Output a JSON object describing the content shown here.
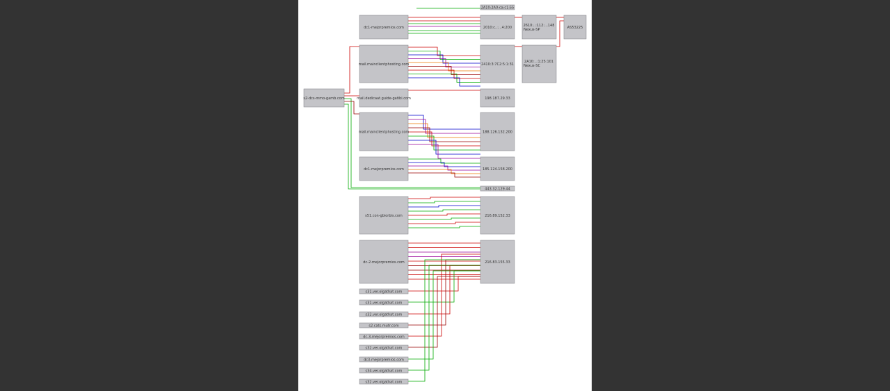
{
  "viewer": {
    "background": "#333333",
    "paper": "#ffffff"
  },
  "colors": {
    "red": "#cc0000",
    "green": "#00aa00",
    "blue": "#0000cc",
    "purple": "#990099",
    "orange": "#ee7700",
    "darkred": "#990000",
    "node_fill": "#c4c4c8"
  },
  "nodes": [
    {
      "id": "n-left",
      "label": "s2-dcs-mmo-gamb.com"
    },
    {
      "id": "n1",
      "label": "dc1-mejorpremios.com"
    },
    {
      "id": "n2",
      "label": "mail.mainclientphosting.com"
    },
    {
      "id": "n3",
      "label": "mail.dedicaat.guide-gatibi.com"
    },
    {
      "id": "n4",
      "label": "mail.mainclientphosting.com"
    },
    {
      "id": "n5",
      "label": "dc1-mejorpremios.com"
    },
    {
      "id": "n6",
      "label": "s51.con-gbiorbis.com"
    },
    {
      "id": "n7",
      "label": "dc-2-mejorpremios.com"
    },
    {
      "id": "s1",
      "label": "s31.ver.olgathat.com"
    },
    {
      "id": "s2",
      "label": "s31.ver.olgathat.com"
    },
    {
      "id": "s3",
      "label": "s32.ver.olgathat.com"
    },
    {
      "id": "s4",
      "label": "s2.cats.mutr.com"
    },
    {
      "id": "s5",
      "label": "dc-3-mejorpremios.com"
    },
    {
      "id": "s6",
      "label": "s32.ver.olgathat.com"
    },
    {
      "id": "s7",
      "label": "dc3-mejorpremios.com"
    },
    {
      "id": "s8",
      "label": "s34.ver.olgathat.com"
    },
    {
      "id": "s9",
      "label": "s32.ver.olgathat.com"
    },
    {
      "id": "r0",
      "label": "2A10:2A0:ca:c1:55"
    },
    {
      "id": "r1",
      "label": "2010:c..:...4:200"
    },
    {
      "id": "r2",
      "label": "2410:3:7C2:5:1:31"
    },
    {
      "id": "r3",
      "label": "198.187.29.33"
    },
    {
      "id": "r4",
      "label": "188.126.132.200"
    },
    {
      "id": "r5",
      "label": "185.124.158.200"
    },
    {
      "id": "r6",
      "label": "443.32.129.44"
    },
    {
      "id": "r7",
      "label": "216.89.152.33"
    },
    {
      "id": "r8",
      "label": "216.83.155.33"
    },
    {
      "id": "f1",
      "label": "2610:..:112:...148"
    },
    {
      "id": "f1b",
      "label": "Nexus-SP"
    },
    {
      "id": "f2",
      "label": "2A10:..:1:25:101"
    },
    {
      "id": "f2b",
      "label": "Nexus-SC"
    },
    {
      "id": "g1",
      "label": "AS53225"
    }
  ]
}
